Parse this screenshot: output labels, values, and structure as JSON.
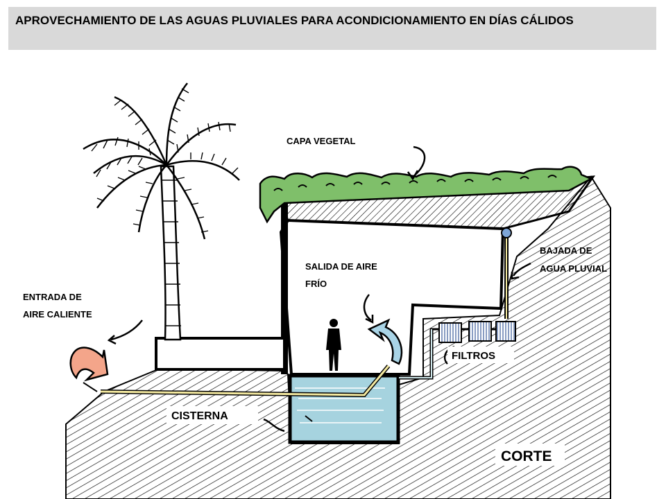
{
  "title": "APROVECHAMIENTO DE LAS  AGUAS PLUVIALES PARA ACONDICIONAMIENTO EN DÍAS CÁLIDOS",
  "labels": {
    "capa_vegetal": "CAPA VEGETAL",
    "bajada_line1": "BAJADA DE",
    "bajada_line2": "AGUA PLUVIAL",
    "salida_line1": "SALIDA DE AIRE",
    "salida_line2": "FRÍO",
    "entrada_line1": "ENTRADA DE",
    "entrada_line2": "AIRE CALIENTE",
    "filtros": "FILTROS",
    "cisterna": "CISTERNA",
    "corte": "CORTE"
  },
  "colors": {
    "title_bg": "#d9d9d9",
    "vegetation": "#7fbf6a",
    "water": "#a6d3df",
    "hot_air": "#f4a58a",
    "cold_air": "#a9d4e6",
    "pipe": "#f5eaa0",
    "downpipe_cap": "#7ea6d8"
  }
}
